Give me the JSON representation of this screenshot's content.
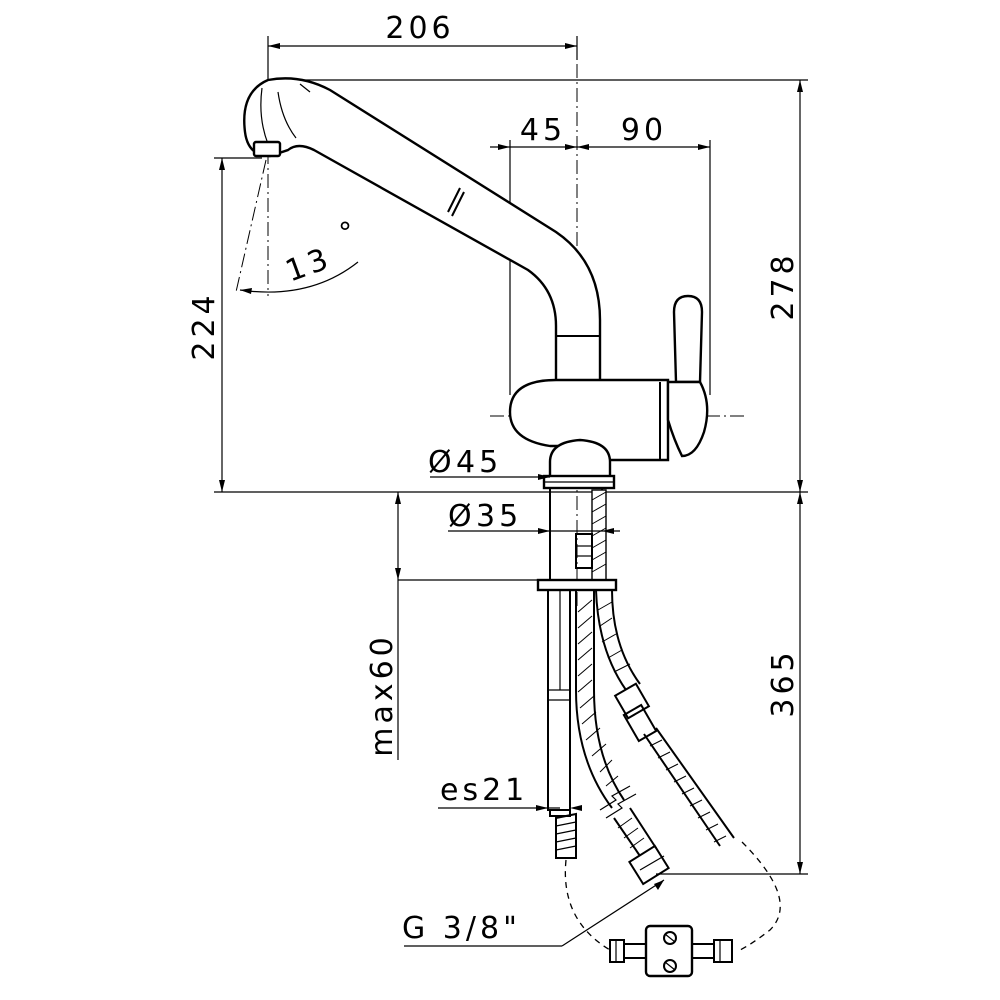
{
  "dimensions": {
    "overall_width": "206",
    "offset_left": "45",
    "offset_right": "90",
    "total_height": "278",
    "spout_height": "224",
    "angle": "13",
    "angle_unit": "°",
    "base_diameter": "45",
    "shank_diameter": "35",
    "max_deck": "max60",
    "hose_length": "365",
    "nut_size": "es21",
    "connection_thread": "G 3/8\""
  },
  "symbols": {
    "diameter_sign": "Ø"
  }
}
